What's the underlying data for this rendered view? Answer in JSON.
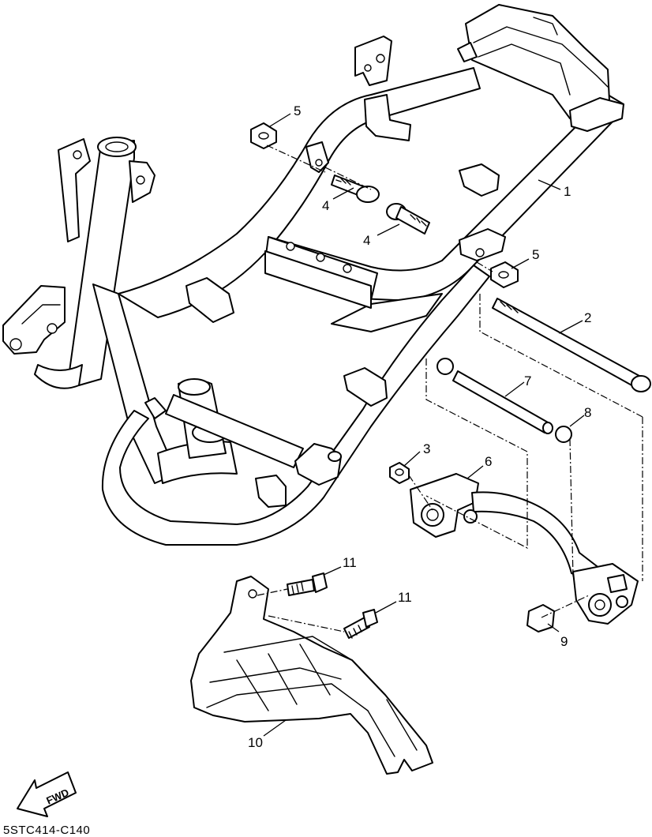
{
  "diagram_code": "5STC414-C140",
  "fwd_label": "FWD",
  "callouts": [
    {
      "id": "frame",
      "number": "1"
    },
    {
      "id": "bolt-long",
      "number": "2"
    },
    {
      "id": "nut-3",
      "number": "3"
    },
    {
      "id": "bolt-4a",
      "number": "4"
    },
    {
      "id": "bolt-4b",
      "number": "4"
    },
    {
      "id": "nut-5a",
      "number": "5"
    },
    {
      "id": "nut-5b",
      "number": "5"
    },
    {
      "id": "bracket-6",
      "number": "6"
    },
    {
      "id": "collar-7",
      "number": "7"
    },
    {
      "id": "bush-8",
      "number": "8"
    },
    {
      "id": "damper-9",
      "number": "9"
    },
    {
      "id": "guard-10",
      "number": "10"
    },
    {
      "id": "bolt-11a",
      "number": "11"
    },
    {
      "id": "bolt-11b",
      "number": "11"
    }
  ]
}
